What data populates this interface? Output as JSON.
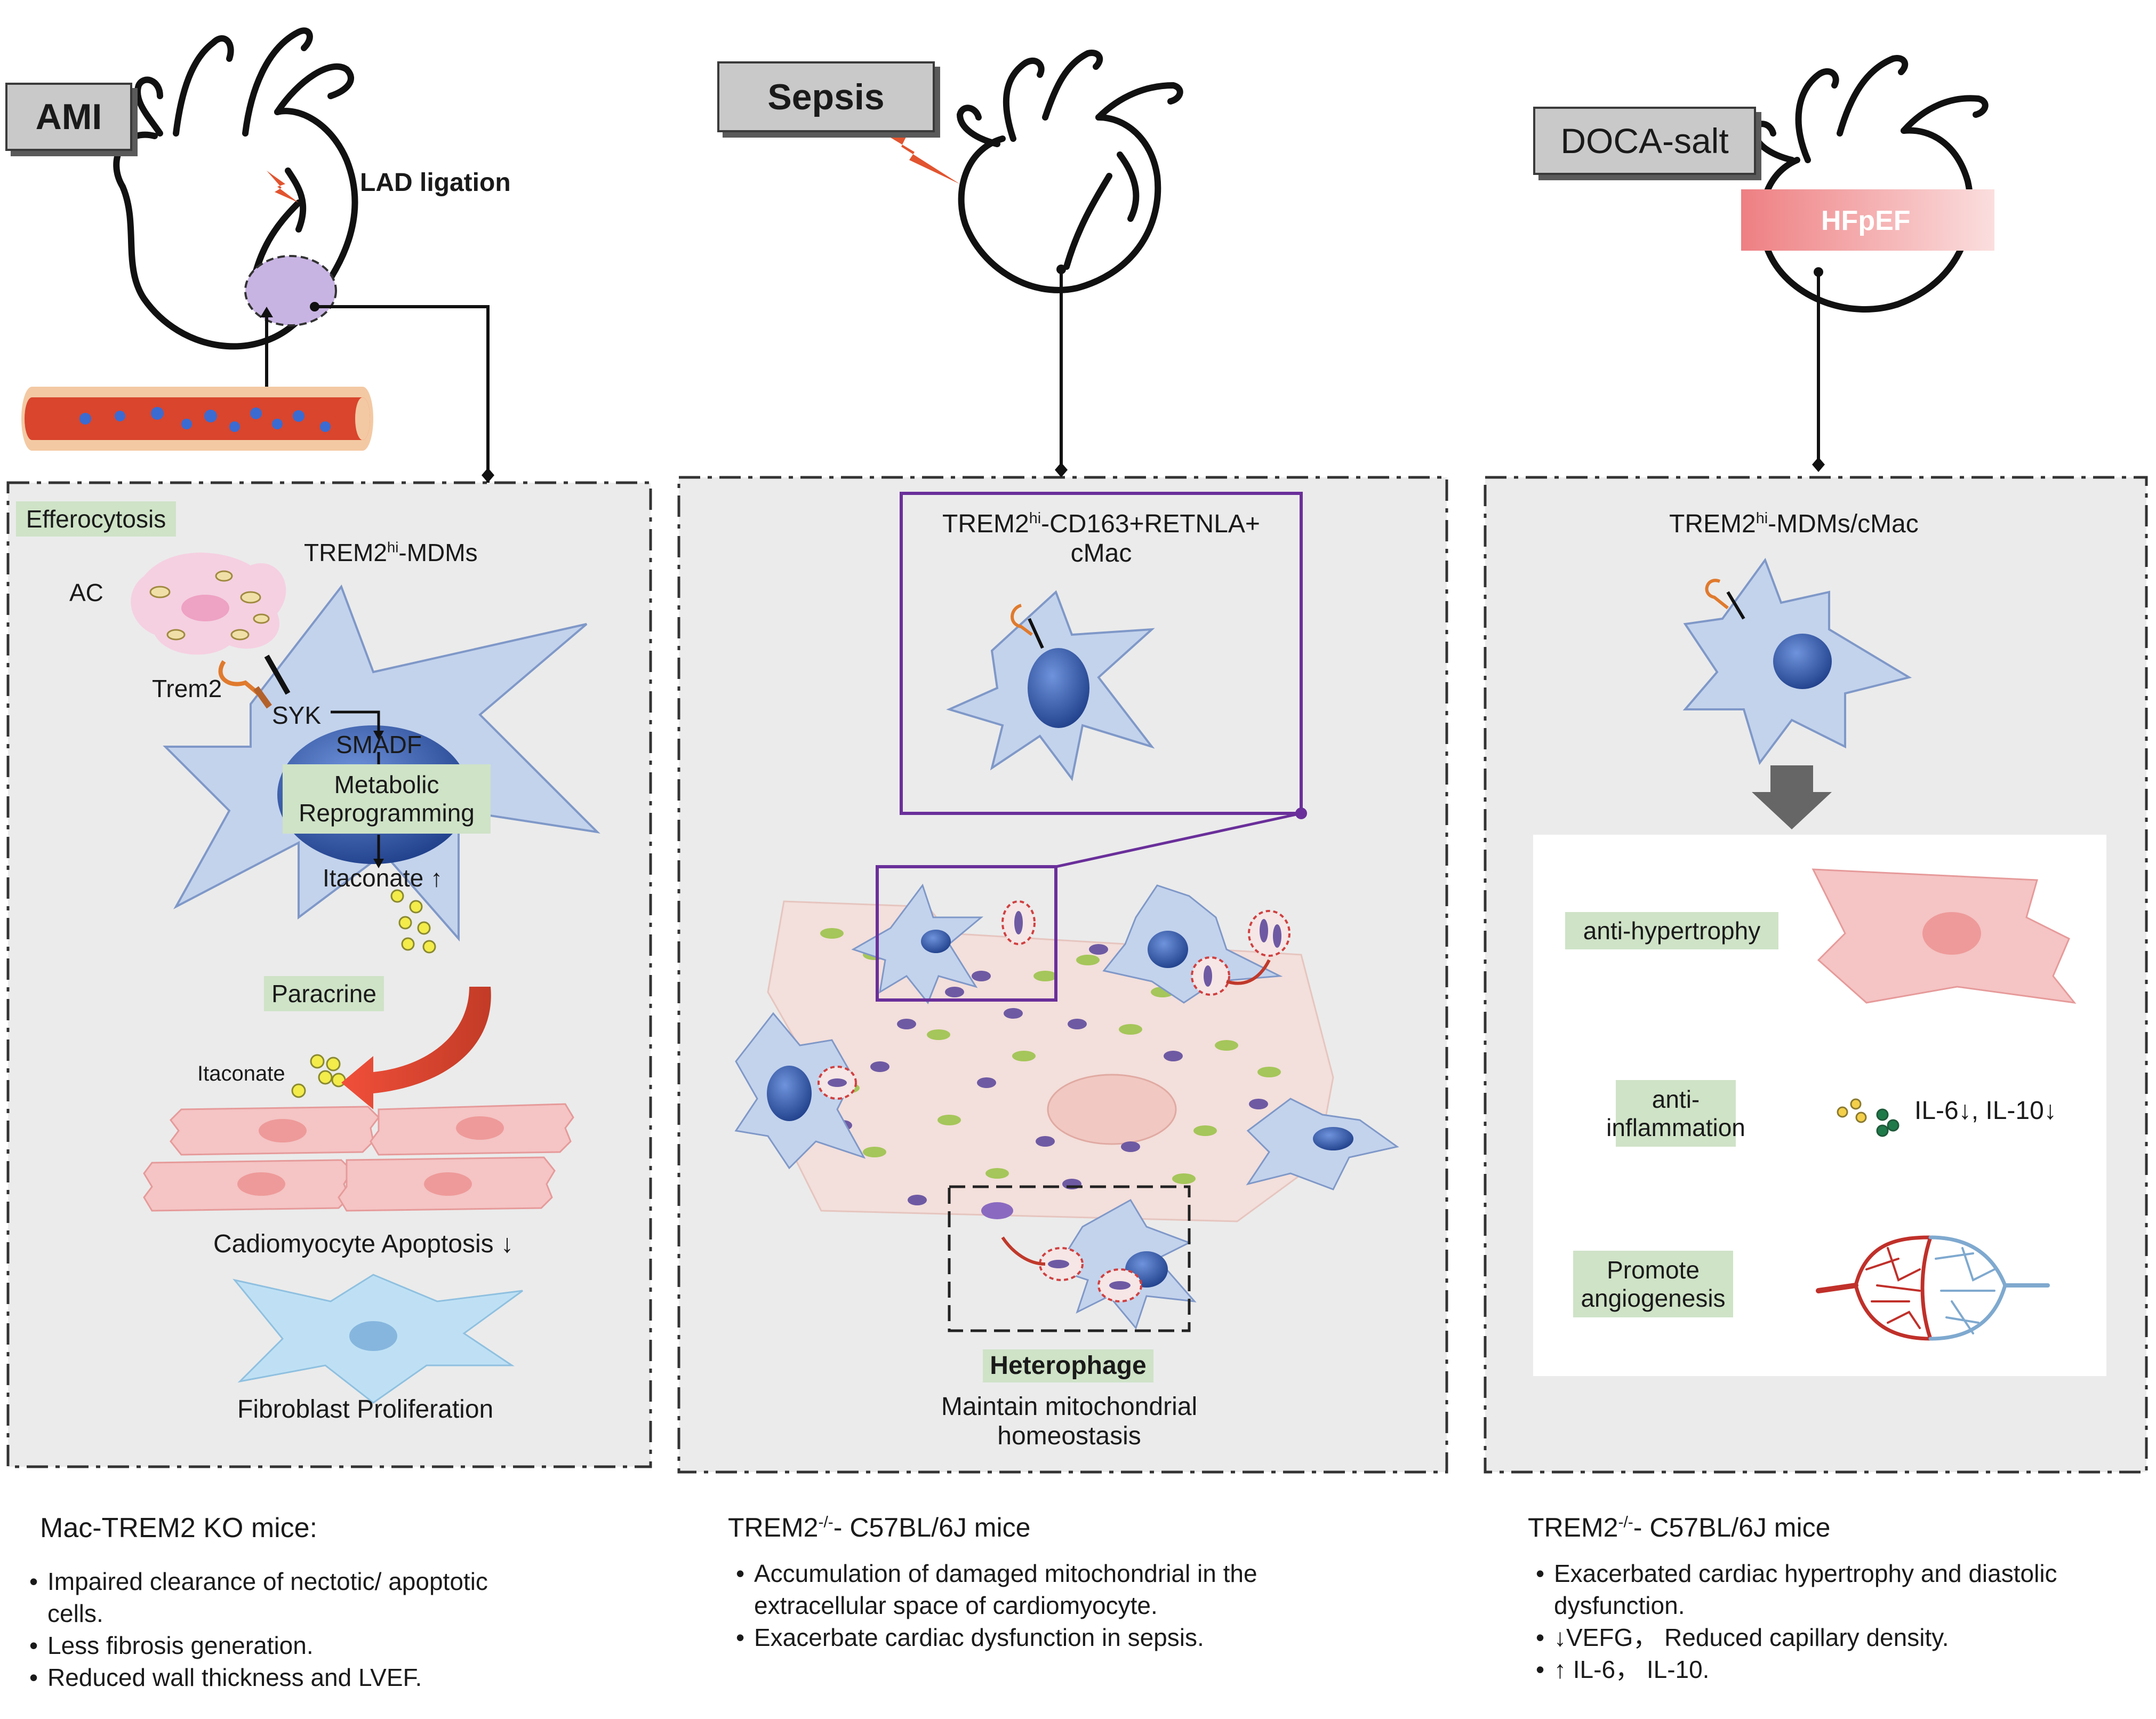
{
  "ami": {
    "label": "AMI",
    "lad": "LAD ligation",
    "efferocytosis": "Efferocytosis",
    "cell_title_main": "TREM2",
    "cell_title_sup": "hi",
    "cell_title_rest": "-MDMs",
    "ac": "AC",
    "trem2": "Trem2",
    "syk": "SYK",
    "smadf": "SMADF",
    "metabolic": "Metabolic",
    "reprogramming": "Reprogramming",
    "itaconate_up": "Itaconate ↑",
    "paracrine": "Paracrine",
    "itaconate": "Itaconate",
    "apoptosis": "Cadiomyocyte Apoptosis ↓",
    "fibroblast": "Fibroblast Proliferation",
    "ko_title": "Mac-TREM2 KO mice:",
    "ko_items": [
      "Impaired clearance of nectotic/ apoptotic cells.",
      "Less fibrosis generation.",
      "Reduced wall thickness and LVEF."
    ]
  },
  "sepsis": {
    "label": "Sepsis",
    "box_title_main": "TREM2",
    "box_title_sup": "hi",
    "box_title_rest": "-CD163+RETNLA+",
    "box_title_line2": "cMac",
    "heterophage": "Heterophage",
    "maintain1": "Maintain mitochondrial",
    "maintain2": "homeostasis",
    "ko_title_main": "TREM2",
    "ko_title_sup": "-/-",
    "ko_title_rest": "- C57BL/6J mice",
    "ko_items": [
      "Accumulation of damaged mitochondrial in the extracellular space of cardiomyocyte.",
      "Exacerbate cardiac dysfunction in sepsis."
    ]
  },
  "doca": {
    "label": "DOCA-salt",
    "hfpef": "HFpEF",
    "cell_title_main": "TREM2",
    "cell_title_sup": "hi",
    "cell_title_rest": "-MDMs/cMac",
    "anti_hypertrophy": "anti-hypertrophy",
    "anti_inflammation": "anti- inflammation",
    "cytokines": "IL-6↓, IL-10↓",
    "angiogenesis": "Promote angiogenesis",
    "ko_title_main": "TREM2",
    "ko_title_sup": "-/-",
    "ko_title_rest": "- C57BL/6J mice",
    "ko_items": [
      "Exacerbated cardiac hypertrophy and diastolic dysfunction.",
      "↓VEFG， Reduced capillary density.",
      "↑ IL-6， IL-10."
    ]
  },
  "colors": {
    "panel_bg": "#ebebeb",
    "green_label": "#cfe3c7",
    "macrophage": "#c3d3ec",
    "nucleus": "#2f5bb3",
    "cardiomyocyte": "#f5c4c4",
    "fibroblast": "#bfe0f4",
    "purple_box": "#6a2f9a",
    "hfpef": "#f08f90"
  }
}
